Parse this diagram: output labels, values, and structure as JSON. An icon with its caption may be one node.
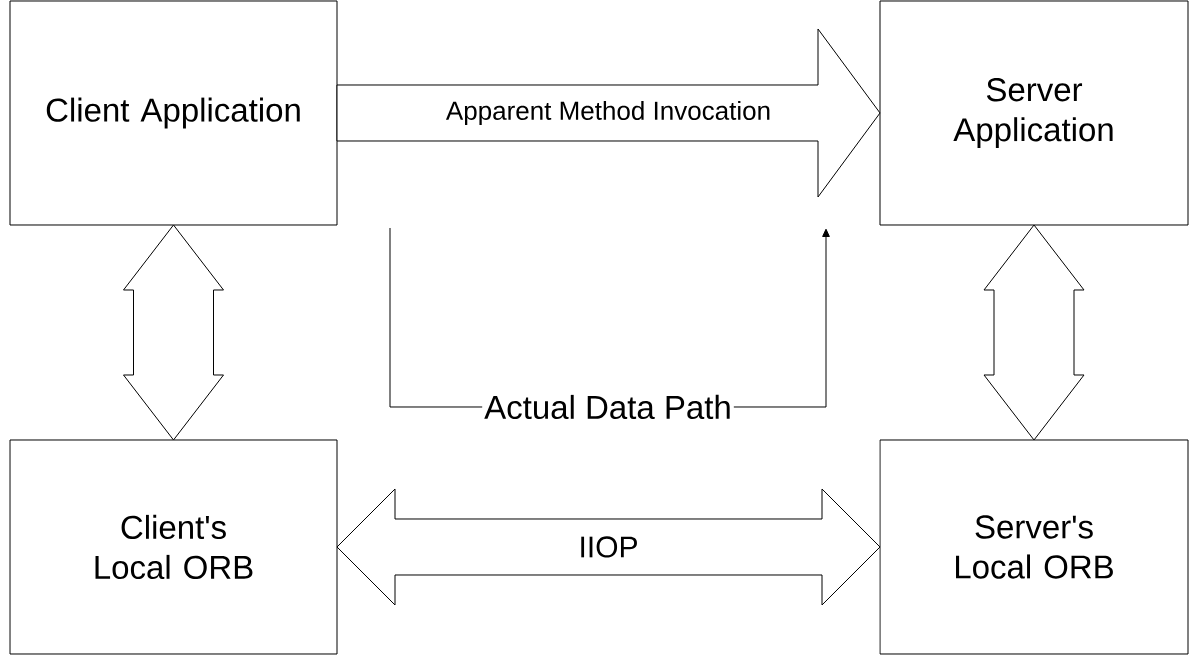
{
  "diagram": {
    "nodes": [
      {
        "text": [
          "Client Application"
        ]
      },
      {
        "text": [
          "Server Application"
        ]
      },
      {
        "text": [
          "Client's Local ORB"
        ]
      },
      {
        "text": [
          "Server's Local ORB"
        ]
      }
    ],
    "edges": [
      {
        "from": 0,
        "to": 1,
        "arrow": "to",
        "label": "Apparent Method Invocation"
      },
      {
        "from": 0,
        "to": 2,
        "arrow": "both"
      },
      {
        "from": 1,
        "to": 3,
        "arrow": "both"
      },
      {
        "from": 2,
        "to": 3,
        "arrow": "both",
        "label": "IIOP"
      },
      {
        "from": 0,
        "to": 1,
        "arrow": "to",
        "label": "Actual Data Path"
      }
    ]
  }
}
